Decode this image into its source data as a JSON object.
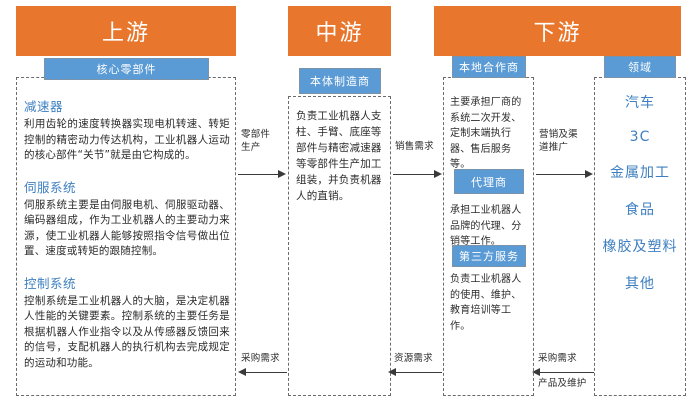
{
  "bands": {
    "upstream": "上游",
    "midstream": "中游",
    "downstream": "下游"
  },
  "chips": {
    "core_parts": "核心零部件",
    "body_maker": "本体制造商",
    "local_partner": "本地合作商",
    "agent": "代理商",
    "third_party": "第三方服务",
    "field": "领域"
  },
  "upstream": {
    "sections": [
      {
        "title": "减速器",
        "body": "利用齿轮的速度转换器实现电机转速、转矩控制的精密动力传达机构，工业机器人运动的核心部件“关节”就是由它构成的。"
      },
      {
        "title": "伺服系统",
        "body": "伺服系统主要是由伺服电机、伺服驱动器、编码器组成，作为工业机器人的主要动力来源，使工业机器人能够按照指令信号做出位置、速度或转矩的跟随控制。"
      },
      {
        "title": "控制系统",
        "body": "控制系统是工业机器人的大脑，是决定机器人性能的关键要素。控制系统的主要任务是根据机器人作业指令以及从传感器反馈回来的信号，支配机器人的执行机构去完成规定的运动和功能。"
      }
    ]
  },
  "midstream": {
    "body": "负责工业机器人支柱、手臂、底座等部件与精密减速器等零部件生产加工组装，并负责机器人的直销。"
  },
  "downstream": {
    "paragraphs": [
      "主要承担厂商的系统二次开发、定制末端执行器、售后服务等。",
      "承担工业机器人品牌的代理、分销等工作。",
      "负责工业机器人的使用、维护、教育培训等工作。"
    ]
  },
  "field_items": [
    "汽车",
    "3C",
    "金属加工",
    "食品",
    "橡胶及塑料",
    "其他"
  ],
  "arrows": {
    "up_to_mid_top": "零部件\n生产",
    "mid_to_up_bottom": "采购需求",
    "mid_to_down_top": "销售需求",
    "down_to_mid_bottom": "资源需求",
    "down_to_field_top": "营销及渠\n道推广",
    "field_to_down_bottom_a": "采购需求",
    "field_to_down_bottom_b": "产品及维护"
  },
  "colors": {
    "band_orange": "#E8762C",
    "chip_blue": "#5B9BD5",
    "title_blue": "#3E7FC1",
    "text_dark": "#2b2b2b",
    "dash_gray": "#6b6b6b"
  }
}
